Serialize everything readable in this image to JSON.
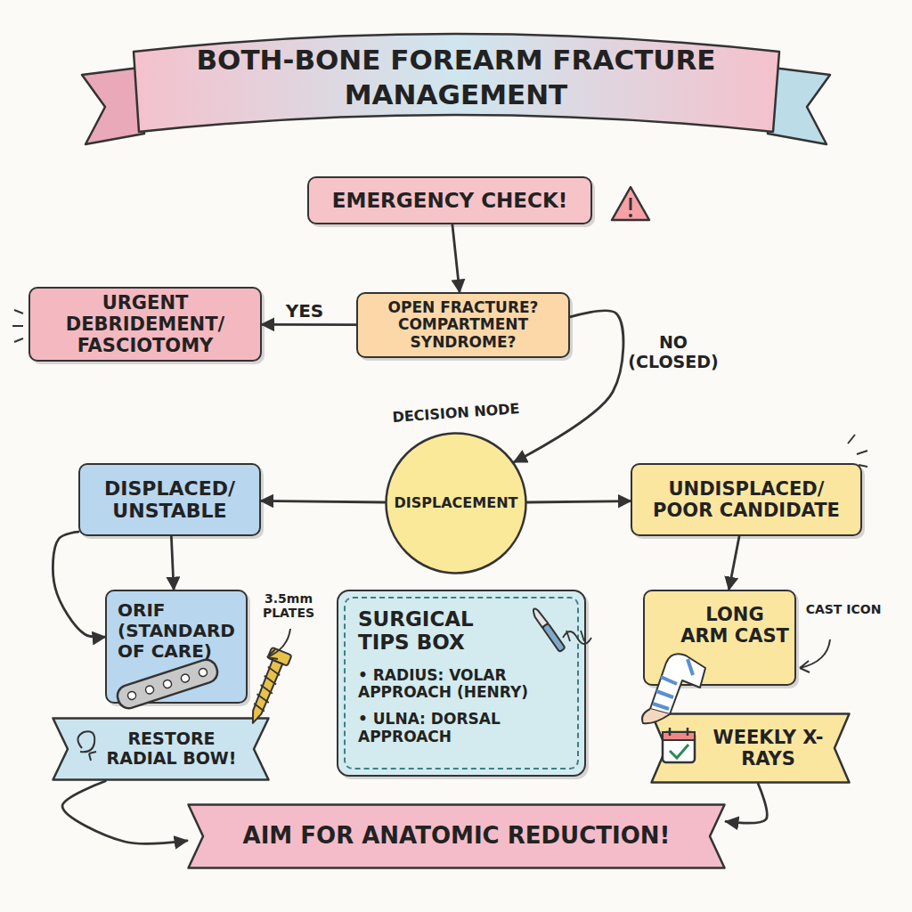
{
  "diagram": {
    "title": "BOTH-BONE FOREARM FRACTURE MANAGEMENT",
    "nodes": [
      {
        "text": [
          "EMERGENCY CHECK!"
        ]
      },
      {
        "text": [
          "URGENT DEBRIDEMENT/ FASCIOTOMY"
        ]
      },
      {
        "text": [
          "OPEN FRACTURE? COMPARTMENT SYNDROME?"
        ]
      },
      {
        "text": [
          "DISPLACED/ UNSTABLE"
        ]
      },
      {
        "text": [
          "DECISION NODE",
          "DISPLACEMENT"
        ]
      },
      {
        "text": [
          "UNDISPLACED/ POOR CANDIDATE"
        ]
      },
      {
        "text": [
          "ORIF (STANDARD OF CARE)"
        ]
      },
      {
        "text": [
          "SURGICAL TIPS BOX",
          "• RADIUS: VOLAR APPROACH (HENRY)",
          "• ULNA: DORSAL APPROACH"
        ]
      },
      {
        "text": [
          "LONG ARM CAST"
        ]
      },
      {
        "text": [
          "RESTORE RADIAL BOW!"
        ]
      },
      {
        "text": [
          "WEEKLY X-RAYS"
        ]
      },
      {
        "text": [
          "AIM FOR ANATOMIC REDUCTION!"
        ]
      }
    ],
    "edges": [
      {
        "from": 0,
        "to": 2,
        "arrow": "to"
      },
      {
        "from": 2,
        "to": 1,
        "label": "YES",
        "arrow": "to"
      },
      {
        "from": 2,
        "to": 4,
        "label": "NO (CLOSED)",
        "arrow": "to"
      },
      {
        "from": 4,
        "to": 3,
        "arrow": "to"
      },
      {
        "from": 4,
        "to": 5,
        "arrow": "to"
      },
      {
        "from": 3,
        "to": 6,
        "arrow": "to"
      },
      {
        "from": 3,
        "to": 6,
        "arrow": "to"
      },
      {
        "from": 5,
        "to": 8,
        "arrow": "to"
      },
      {
        "from": 9,
        "to": 11,
        "arrow": "to"
      },
      {
        "from": 10,
        "to": 11,
        "arrow": "to"
      }
    ],
    "labels": [
      "3.5mm PLATES",
      "CAST ICON"
    ]
  }
}
